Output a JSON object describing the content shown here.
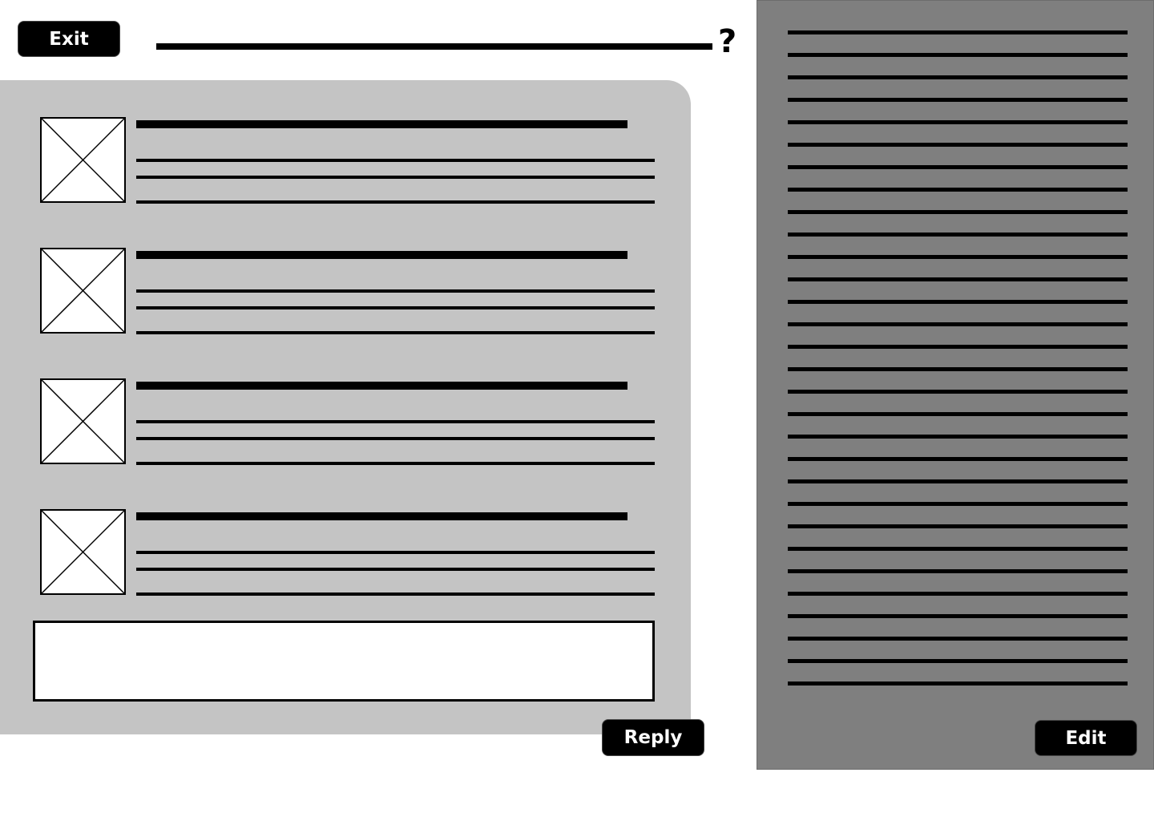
{
  "header": {
    "exit_label": "Exit",
    "title_placeholder": "title-bar",
    "help_glyph": "?"
  },
  "main_panel": {
    "background": "#c4c4c4",
    "items": [
      {
        "thumbnail": "image-placeholder",
        "heading": "",
        "lines": [
          "",
          "",
          ""
        ]
      },
      {
        "thumbnail": "image-placeholder",
        "heading": "",
        "lines": [
          "",
          "",
          ""
        ]
      },
      {
        "thumbnail": "image-placeholder",
        "heading": "",
        "lines": [
          "",
          "",
          ""
        ]
      },
      {
        "thumbnail": "image-placeholder",
        "heading": "",
        "lines": [
          "",
          "",
          ""
        ]
      }
    ],
    "reply_input": {
      "value": "",
      "placeholder": ""
    },
    "reply_label": "Reply"
  },
  "side_panel": {
    "background": "#7f7f7f",
    "line_count": 30,
    "edit_label": "Edit"
  }
}
